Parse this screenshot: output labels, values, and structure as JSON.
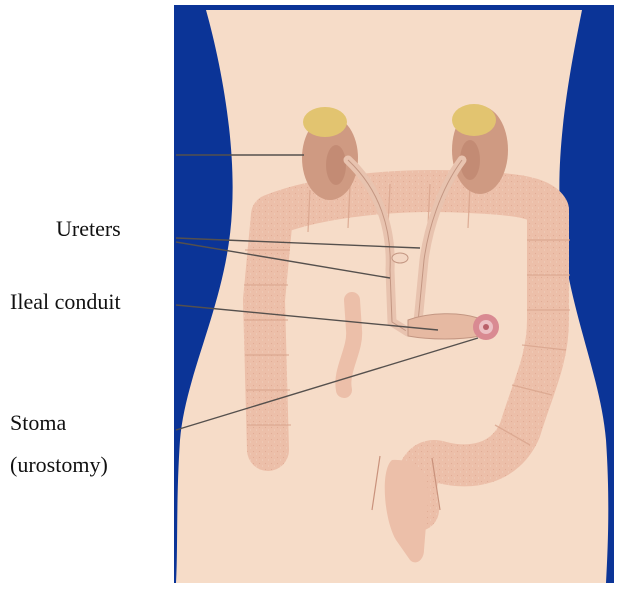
{
  "labels": {
    "ureters": "Ureters",
    "ileal_conduit": "Ileal conduit",
    "stoma": "Stoma",
    "stoma_sub": "(urostomy)"
  },
  "colors": {
    "background_blue": "#0b3497",
    "skin": "#f6dcc8",
    "bowel": "#ecbfa9",
    "kidney": "#cf9a82",
    "adrenal": "#e2c470",
    "stoma": "#d98a92",
    "leader_line": "#55504d"
  }
}
